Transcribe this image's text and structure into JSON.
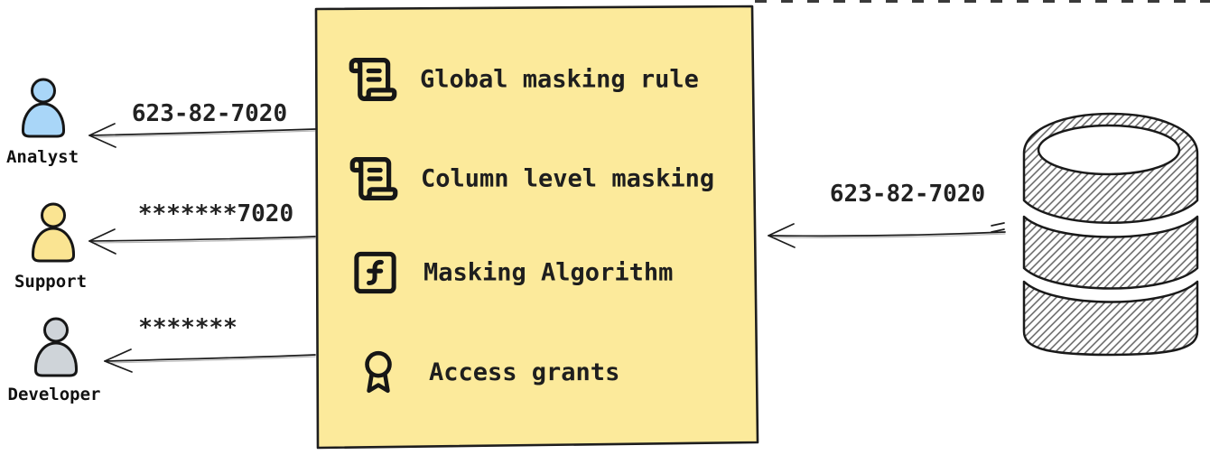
{
  "masking_layer": {
    "fill_color": "#FCEA9B",
    "border_color": "#1E1E1E",
    "items": [
      {
        "icon": "scroll-text-icon",
        "label": "Global masking rule"
      },
      {
        "icon": "scroll-text-icon",
        "label": "Column level masking"
      },
      {
        "icon": "function-square-icon",
        "label": "Masking Algorithm"
      },
      {
        "icon": "award-icon",
        "label": "Access grants"
      }
    ]
  },
  "source_database": {
    "icon": "database-cylinder-icon",
    "outgoing_value": "623-82-7020"
  },
  "consumers": [
    {
      "name": "Analyst",
      "icon": "person-icon",
      "color": "#A9D6F8",
      "received_value": "623-82-7020"
    },
    {
      "name": "Support",
      "icon": "person-icon",
      "color": "#FAE492",
      "received_value": "*******7020"
    },
    {
      "name": "Developer",
      "icon": "person-icon",
      "color": "#CFD4D9",
      "received_value": "*******"
    }
  ]
}
